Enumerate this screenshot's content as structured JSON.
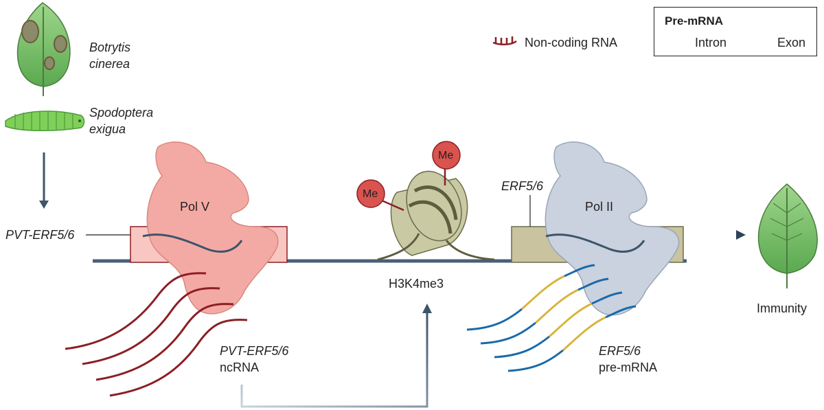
{
  "organisms": {
    "pathogen_line1": "Botrytis",
    "pathogen_line2": "cinerea",
    "insect_line1": "Spodoptera",
    "insect_line2": "exigua"
  },
  "labels": {
    "pvt_locus": "PVT-ERF5/6",
    "pol_v": "Pol V",
    "pol_ii": "Pol II",
    "erf_locus": "ERF5/6",
    "me1": "Me",
    "me2": "Me",
    "h3k4me3": "H3K4me3",
    "ncrna_line1": "PVT-ERF5/6",
    "ncrna_line2": "ncRNA",
    "premrna_line1": "ERF5/6",
    "premrna_line2": "pre-mRNA",
    "immunity": "Immunity"
  },
  "legend": {
    "noncoding": "Non-coding RNA",
    "title": "Pre-mRNA",
    "intron": "Intron",
    "exon": "Exon"
  },
  "colors": {
    "noncoding_rna": "#8b1f24",
    "intron": "#d9b43a",
    "exon": "#1a6aa8",
    "pol_v": "#f4aaa4",
    "pol_ii": "#c9d2de",
    "dna": "#4a5f78",
    "methyl": "#d9534f",
    "nucleosome": "#c9c9a4",
    "leaf": "#7cc16c"
  }
}
